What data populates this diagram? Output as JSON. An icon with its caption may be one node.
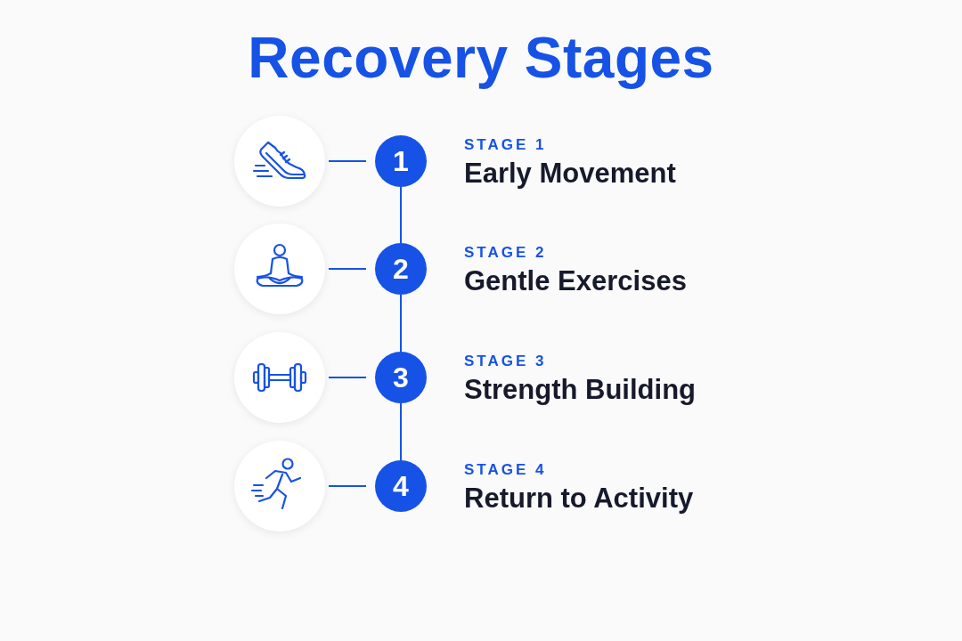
{
  "diagram": {
    "title": "Recovery Stages",
    "nodes": [
      {
        "text": [],
        "shape": "picture"
      },
      {
        "text": [
          "1"
        ],
        "beside": [
          "STAGE 1",
          "Early Movement"
        ]
      },
      {
        "text": [],
        "shape": "picture"
      },
      {
        "text": [
          "2"
        ],
        "beside": [
          "STAGE 2",
          "Gentle Exercises"
        ]
      },
      {
        "text": [],
        "shape": "picture"
      },
      {
        "text": [
          "3"
        ],
        "beside": [
          "STAGE 3",
          "Strength Building"
        ]
      },
      {
        "text": [],
        "shape": "picture"
      },
      {
        "text": [
          "4"
        ],
        "beside": [
          "STAGE 4",
          "Return to Activity"
        ]
      }
    ],
    "edges": [
      {
        "from": 0,
        "to": 1,
        "arrow": "none"
      },
      {
        "from": 1,
        "to": 3,
        "arrow": "none"
      },
      {
        "from": 2,
        "to": 3,
        "arrow": "none"
      },
      {
        "from": 3,
        "to": 5,
        "arrow": "none"
      },
      {
        "from": 4,
        "to": 5,
        "arrow": "none"
      },
      {
        "from": 5,
        "to": 7,
        "arrow": "none"
      },
      {
        "from": 6,
        "to": 7,
        "arrow": "none"
      }
    ]
  }
}
